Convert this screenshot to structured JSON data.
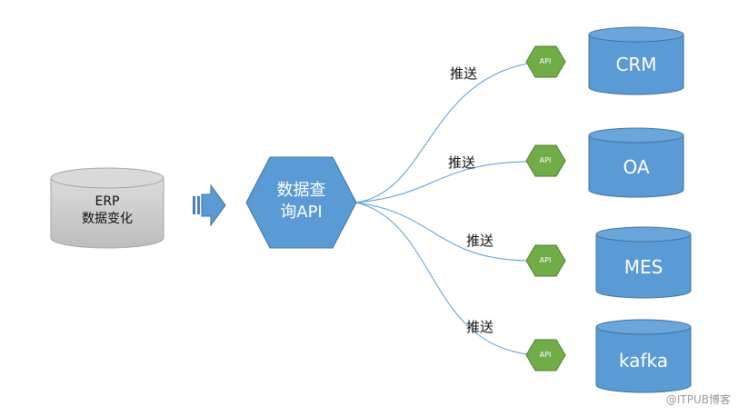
{
  "source": {
    "line1": "ERP",
    "line2": "数据变化"
  },
  "hub": {
    "line1": "数据查",
    "line2": "询API"
  },
  "api_label": "API",
  "edge_label": "推送",
  "targets": [
    {
      "name": "CRM"
    },
    {
      "name": "OA"
    },
    {
      "name": "MES"
    },
    {
      "name": "kafka"
    }
  ],
  "watermark": "@ITPUB博客",
  "colors": {
    "blue": "#5b9bd5",
    "blue_edge": "#41719c",
    "green": "#70ad47",
    "green_edge": "#507e32",
    "gray": "#c9c9c9",
    "gray_edge": "#a5a5a5"
  }
}
